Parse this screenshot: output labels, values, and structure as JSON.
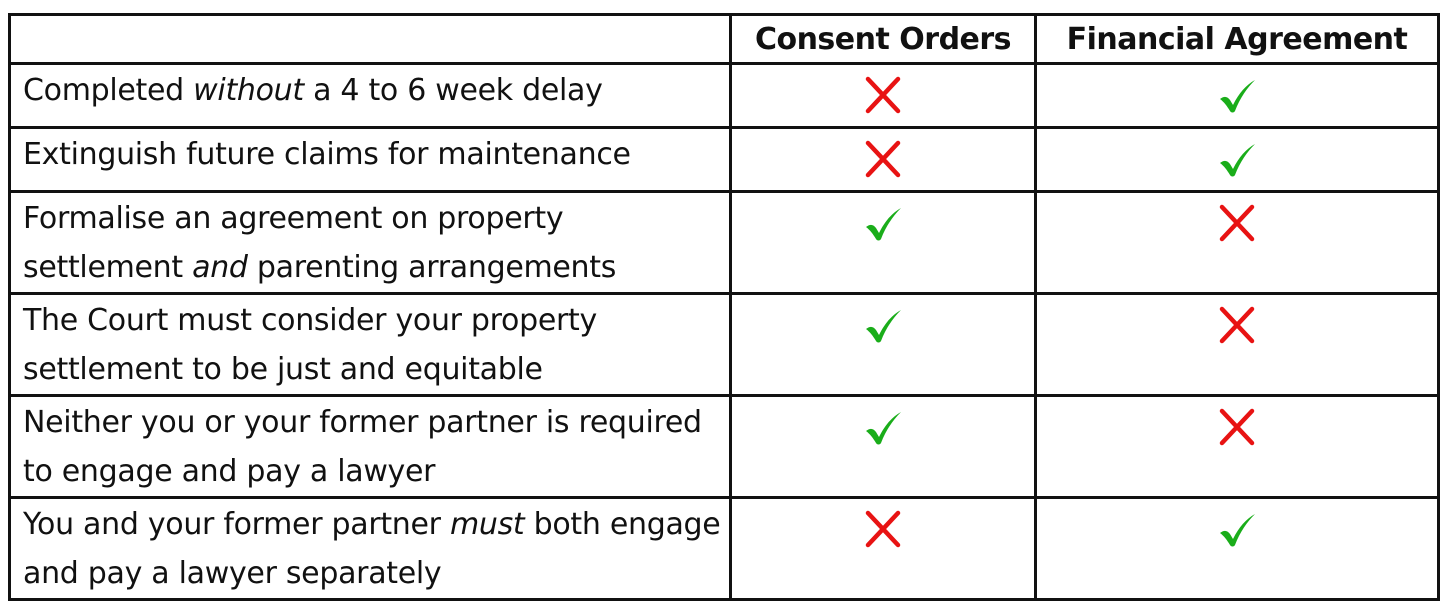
{
  "table": {
    "headers": [
      "",
      "Consent Orders",
      "Financial Agreement"
    ],
    "rows": [
      {
        "pre": "Completed ",
        "em": "without",
        "post": " a 4 to 6 week delay",
        "consent_orders": "cross",
        "financial_agreement": "check"
      },
      {
        "pre": "Extinguish future claims for maintenance",
        "em": "",
        "post": "",
        "consent_orders": "cross",
        "financial_agreement": "check"
      },
      {
        "pre": "Formalise an agreement on property settlement ",
        "em": "and",
        "post": " parenting arrangements",
        "consent_orders": "check",
        "financial_agreement": "cross"
      },
      {
        "pre": "The Court must consider your property settlement to be just and equitable",
        "em": "",
        "post": "",
        "consent_orders": "check",
        "financial_agreement": "cross"
      },
      {
        "pre": "Neither you or your former partner is required to engage and pay a lawyer",
        "em": "",
        "post": "",
        "consent_orders": "check",
        "financial_agreement": "cross"
      },
      {
        "pre": "You and your former partner ",
        "em": "must",
        "post": " both engage and pay a lawyer separately",
        "consent_orders": "cross",
        "financial_agreement": "check"
      }
    ]
  },
  "icons": {
    "check": "check-icon",
    "cross": "cross-icon"
  },
  "colors": {
    "check": "#1aad1a",
    "cross": "#e81313",
    "border": "#111111",
    "text": "#111111"
  }
}
